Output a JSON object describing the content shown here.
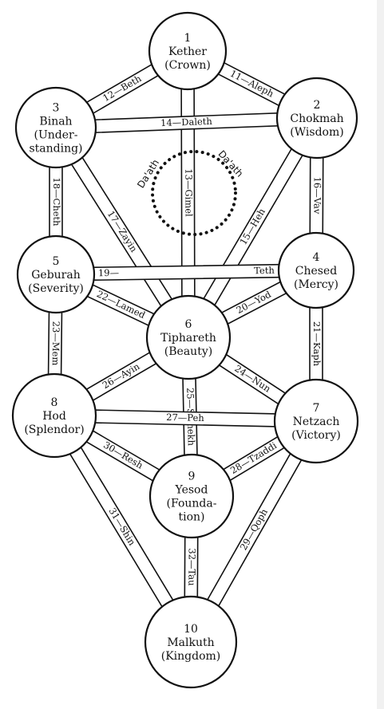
{
  "colors": {
    "ink": "#111111",
    "paper": "#ffffff",
    "edge": "#f1f1f1"
  },
  "sephiroth": [
    {
      "id": "1",
      "number": "1",
      "lines": [
        "Kether",
        "(Crown)"
      ]
    },
    {
      "id": "2",
      "number": "2",
      "lines": [
        "Chokmah",
        "(Wisdom)"
      ]
    },
    {
      "id": "3",
      "number": "3",
      "lines": [
        "Binah",
        "(Under-",
        "standing)"
      ]
    },
    {
      "id": "4",
      "number": "4",
      "lines": [
        "Chesed",
        "(Mercy)"
      ]
    },
    {
      "id": "5",
      "number": "5",
      "lines": [
        "Geburah",
        "(Severity)"
      ]
    },
    {
      "id": "6",
      "number": "6",
      "lines": [
        "Tiphareth",
        "(Beauty)"
      ]
    },
    {
      "id": "7",
      "number": "7",
      "lines": [
        "Netzach",
        "(Victory)"
      ]
    },
    {
      "id": "8",
      "number": "8",
      "lines": [
        "Hod",
        "(Splendor)"
      ]
    },
    {
      "id": "9",
      "number": "9",
      "lines": [
        "Yesod",
        "(Founda-",
        "tion)"
      ]
    },
    {
      "id": "10",
      "number": "10",
      "lines": [
        "Malkuth",
        "(Kingdom)"
      ]
    }
  ],
  "paths": [
    {
      "from": "1",
      "to": "2",
      "label": "11—Aleph"
    },
    {
      "from": "1",
      "to": "3",
      "label": "12—Beth"
    },
    {
      "from": "1",
      "to": "6",
      "label": "13—Gimel"
    },
    {
      "from": "2",
      "to": "3",
      "label": "14—Daleth"
    },
    {
      "from": "2",
      "to": "6",
      "label": "15—Heh"
    },
    {
      "from": "2",
      "to": "4",
      "label": "16—Vav"
    },
    {
      "from": "3",
      "to": "6",
      "label": "17—Zayin"
    },
    {
      "from": "3",
      "to": "5",
      "label": "18—Cheth"
    },
    {
      "from": "4",
      "to": "5",
      "label": "19—",
      "label2": "Teth"
    },
    {
      "from": "4",
      "to": "6",
      "label": "20—Yod"
    },
    {
      "from": "4",
      "to": "7",
      "label": "21—Kaph"
    },
    {
      "from": "5",
      "to": "6",
      "label": "22—Lamed"
    },
    {
      "from": "5",
      "to": "8",
      "label": "23—Mem"
    },
    {
      "from": "6",
      "to": "7",
      "label": "24—Nun"
    },
    {
      "from": "6",
      "to": "9",
      "label": "25—Samekh"
    },
    {
      "from": "6",
      "to": "8",
      "label": "26—Ayin"
    },
    {
      "from": "7",
      "to": "8",
      "label": "27—Peh"
    },
    {
      "from": "7",
      "to": "9",
      "label": "28—Tzaddi"
    },
    {
      "from": "7",
      "to": "10",
      "label": "29—Qoph"
    },
    {
      "from": "8",
      "to": "9",
      "label": "30—Resh"
    },
    {
      "from": "8",
      "to": "10",
      "label": "31—Shin"
    },
    {
      "from": "9",
      "to": "10",
      "label": "32—Tau"
    }
  ],
  "daath": {
    "left_label": "Da'ath",
    "right_label": "Da'ath"
  }
}
